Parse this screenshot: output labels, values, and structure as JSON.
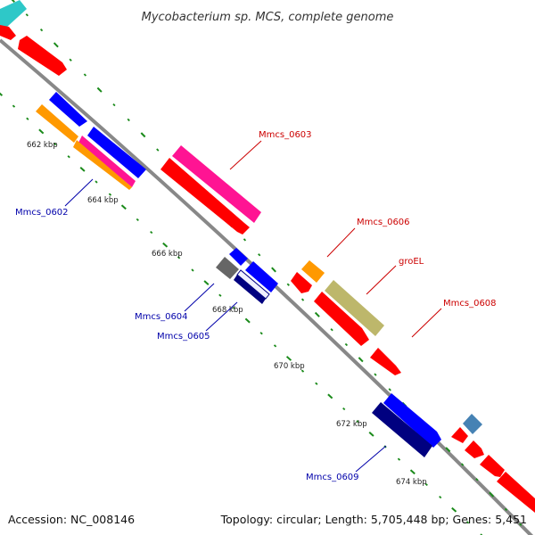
{
  "title": "Mycobacterium sp. MCS, complete genome",
  "footer": {
    "accession": "Accession: NC_008146",
    "summary": "Topology: circular; Length: 5,705,448 bp; Genes: 5,451"
  },
  "colors": {
    "backbone": "#888888",
    "tick": "#1a8a1a",
    "label_forward": "#cc0000",
    "label_reverse": "#0000aa",
    "leader_forward": "#cc0000",
    "leader_reverse": "#0000aa"
  },
  "ticks": [
    {
      "label": "662 kbp"
    },
    {
      "label": "664 kbp"
    },
    {
      "label": "666 kbp"
    },
    {
      "label": "668 kbp"
    },
    {
      "label": "670 kbp"
    },
    {
      "label": "672 kbp"
    },
    {
      "label": "674 kbp"
    }
  ],
  "gene_labels": [
    {
      "text": "Mmcs_0603",
      "strand": "forward"
    },
    {
      "text": "Mmcs_0606",
      "strand": "forward"
    },
    {
      "text": "groEL",
      "strand": "forward"
    },
    {
      "text": "Mmcs_0608",
      "strand": "forward"
    },
    {
      "text": "Mmcs_0602",
      "strand": "reverse"
    },
    {
      "text": "Mmcs_0604",
      "strand": "reverse"
    },
    {
      "text": "Mmcs_0605",
      "strand": "reverse"
    },
    {
      "text": "Mmcs_0609",
      "strand": "reverse"
    }
  ],
  "features": [
    {
      "id": "cyan-top",
      "color": "#2ec8c8"
    },
    {
      "id": "red-top-a",
      "color": "#ff0000"
    },
    {
      "id": "red-top-b",
      "color": "#ff0000"
    },
    {
      "id": "orange-662",
      "color": "#ff9900"
    },
    {
      "id": "blue-662",
      "color": "#0000ff"
    },
    {
      "id": "magenta-664",
      "color": "#ff1493"
    },
    {
      "id": "orange-664",
      "color": "#ff9900"
    },
    {
      "id": "blue-664",
      "color": "#0000ff"
    },
    {
      "id": "magenta-0603",
      "color": "#ff1493"
    },
    {
      "id": "red-0603",
      "color": "#ff0000"
    },
    {
      "id": "grey-0604",
      "color": "#666666"
    },
    {
      "id": "blue-0604",
      "color": "#0000ff"
    },
    {
      "id": "blue-0605",
      "color": "#0000ff"
    },
    {
      "id": "navy-0605",
      "color": "#000080"
    },
    {
      "id": "orange-0606",
      "color": "#ff9900"
    },
    {
      "id": "red-0606",
      "color": "#ff0000"
    },
    {
      "id": "khaki-groEL",
      "color": "#bdb76b"
    },
    {
      "id": "red-groEL",
      "color": "#ff0000"
    },
    {
      "id": "red-0608",
      "color": "#ff0000"
    },
    {
      "id": "blue-0609",
      "color": "#0000ff"
    },
    {
      "id": "navy-0609",
      "color": "#000080"
    },
    {
      "id": "steelblue-right",
      "color": "#4682b4"
    },
    {
      "id": "red-right-a",
      "color": "#ff0000"
    },
    {
      "id": "red-right-b",
      "color": "#ff0000"
    },
    {
      "id": "red-right-c",
      "color": "#ff0000"
    },
    {
      "id": "red-right-d",
      "color": "#ff0000"
    }
  ]
}
